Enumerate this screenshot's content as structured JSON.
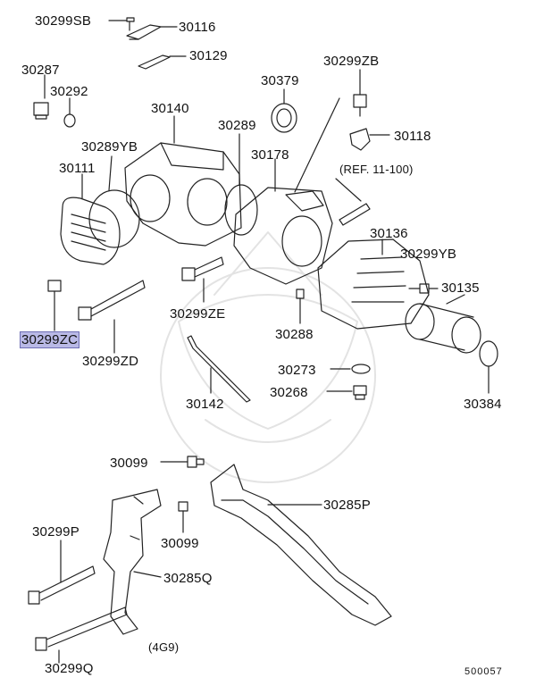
{
  "diagram": {
    "highlight_color": "#b9b9e6",
    "line_color": "#222222",
    "parts": {
      "p30299SB": "30299SB",
      "p30116": "30116",
      "p30129": "30129",
      "p30287": "30287",
      "p30292": "30292",
      "p30140": "30140",
      "p30379": "30379",
      "p30299ZB": "30299ZB",
      "p30289YB": "30289YB",
      "p30289": "30289",
      "p30118": "30118",
      "p30111": "30111",
      "p30178": "30178",
      "ref": "(REF. 11-100)",
      "p30136": "30136",
      "p30299YB": "30299YB",
      "p30135": "30135",
      "p30299ZC": "30299ZC",
      "p30299ZE": "30299ZE",
      "p30288": "30288",
      "p30299ZD": "30299ZD",
      "p30273": "30273",
      "p30268": "30268",
      "p30142": "30142",
      "p30384": "30384",
      "p30099a": "30099",
      "p30285P": "30285P",
      "p30299P": "30299P",
      "p30099b": "30099",
      "p30285Q": "30285Q",
      "p4G9": "(4G9)",
      "p30299Q": "30299Q",
      "code": "500057"
    }
  }
}
